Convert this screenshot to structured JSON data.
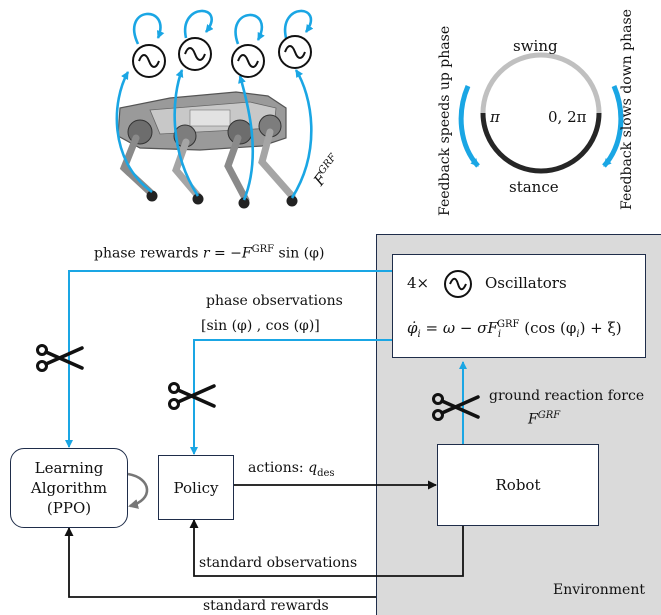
{
  "top_left": {
    "force_label": "F",
    "force_sup": "GRF"
  },
  "phase_circle": {
    "swing": "swing",
    "stance": "stance",
    "pi": "π",
    "zero_two_pi": "0, 2π",
    "left_text": "Feedback speeds up phase",
    "right_text": "Feedback slows down phase"
  },
  "oscillators": {
    "count": "4×",
    "title": "Oscillators",
    "equation_lhs": "φ̇",
    "equation_sub": "i",
    "equation_rhs": " = ω − σF",
    "equation_rhs_sub": "i",
    "equation_rhs_sup": "GRF",
    "equation_tail": " (cos (φ",
    "equation_tail_sub": "i",
    "equation_end": ") + ξ)"
  },
  "labels": {
    "phase_rewards": "phase rewards ",
    "phase_rewards_eq": "r = −F",
    "phase_rewards_sup": "GRF",
    "phase_rewards_tail": " sin (φ)",
    "phase_observations": "phase observations",
    "phase_observations_eq": "[sin (φ) , cos (φ)]",
    "actions": "actions: ",
    "actions_var": "q",
    "actions_sub": "des",
    "grf": "ground reaction force",
    "grf_var": "F",
    "grf_sup": "GRF",
    "standard_observations": "standard observations",
    "standard_rewards": "standard rewards",
    "environment": "Environment"
  },
  "boxes": {
    "learning_line1": "Learning",
    "learning_line2": "Algorithm",
    "learning_line3": "(PPO)",
    "policy": "Policy",
    "robot": "Robot"
  },
  "colors": {
    "cyan": "#1aa6e4",
    "dark": "#1f2d4a",
    "env_bg": "#dadada",
    "ring_light": "#c0c0c0",
    "ring_dark": "#262626"
  }
}
